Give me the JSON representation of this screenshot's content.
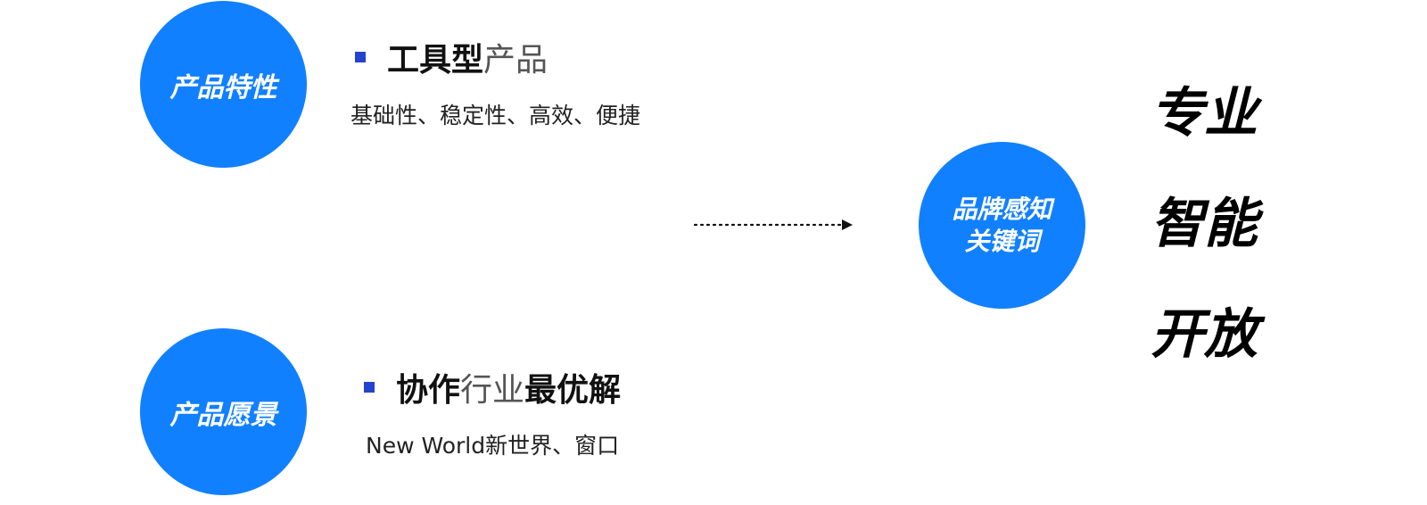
{
  "colors": {
    "accent": "#1180ff",
    "bullet": "#2443cf",
    "text": "#111111"
  },
  "product_feature": {
    "circle_label": "产品特性",
    "heading_strong": "工具型",
    "heading_light": "产品",
    "subline": "基础性、稳定性、高效、便捷"
  },
  "product_vision": {
    "circle_label": "产品愿景",
    "heading_strong_1": "协作",
    "heading_light": "行业",
    "heading_strong_2": "最优解",
    "subline": "New World新世界、窗口"
  },
  "brand": {
    "label_line_1": "品牌感知",
    "label_line_2": "关键词"
  },
  "keywords": [
    "专业",
    "智能",
    "开放"
  ]
}
